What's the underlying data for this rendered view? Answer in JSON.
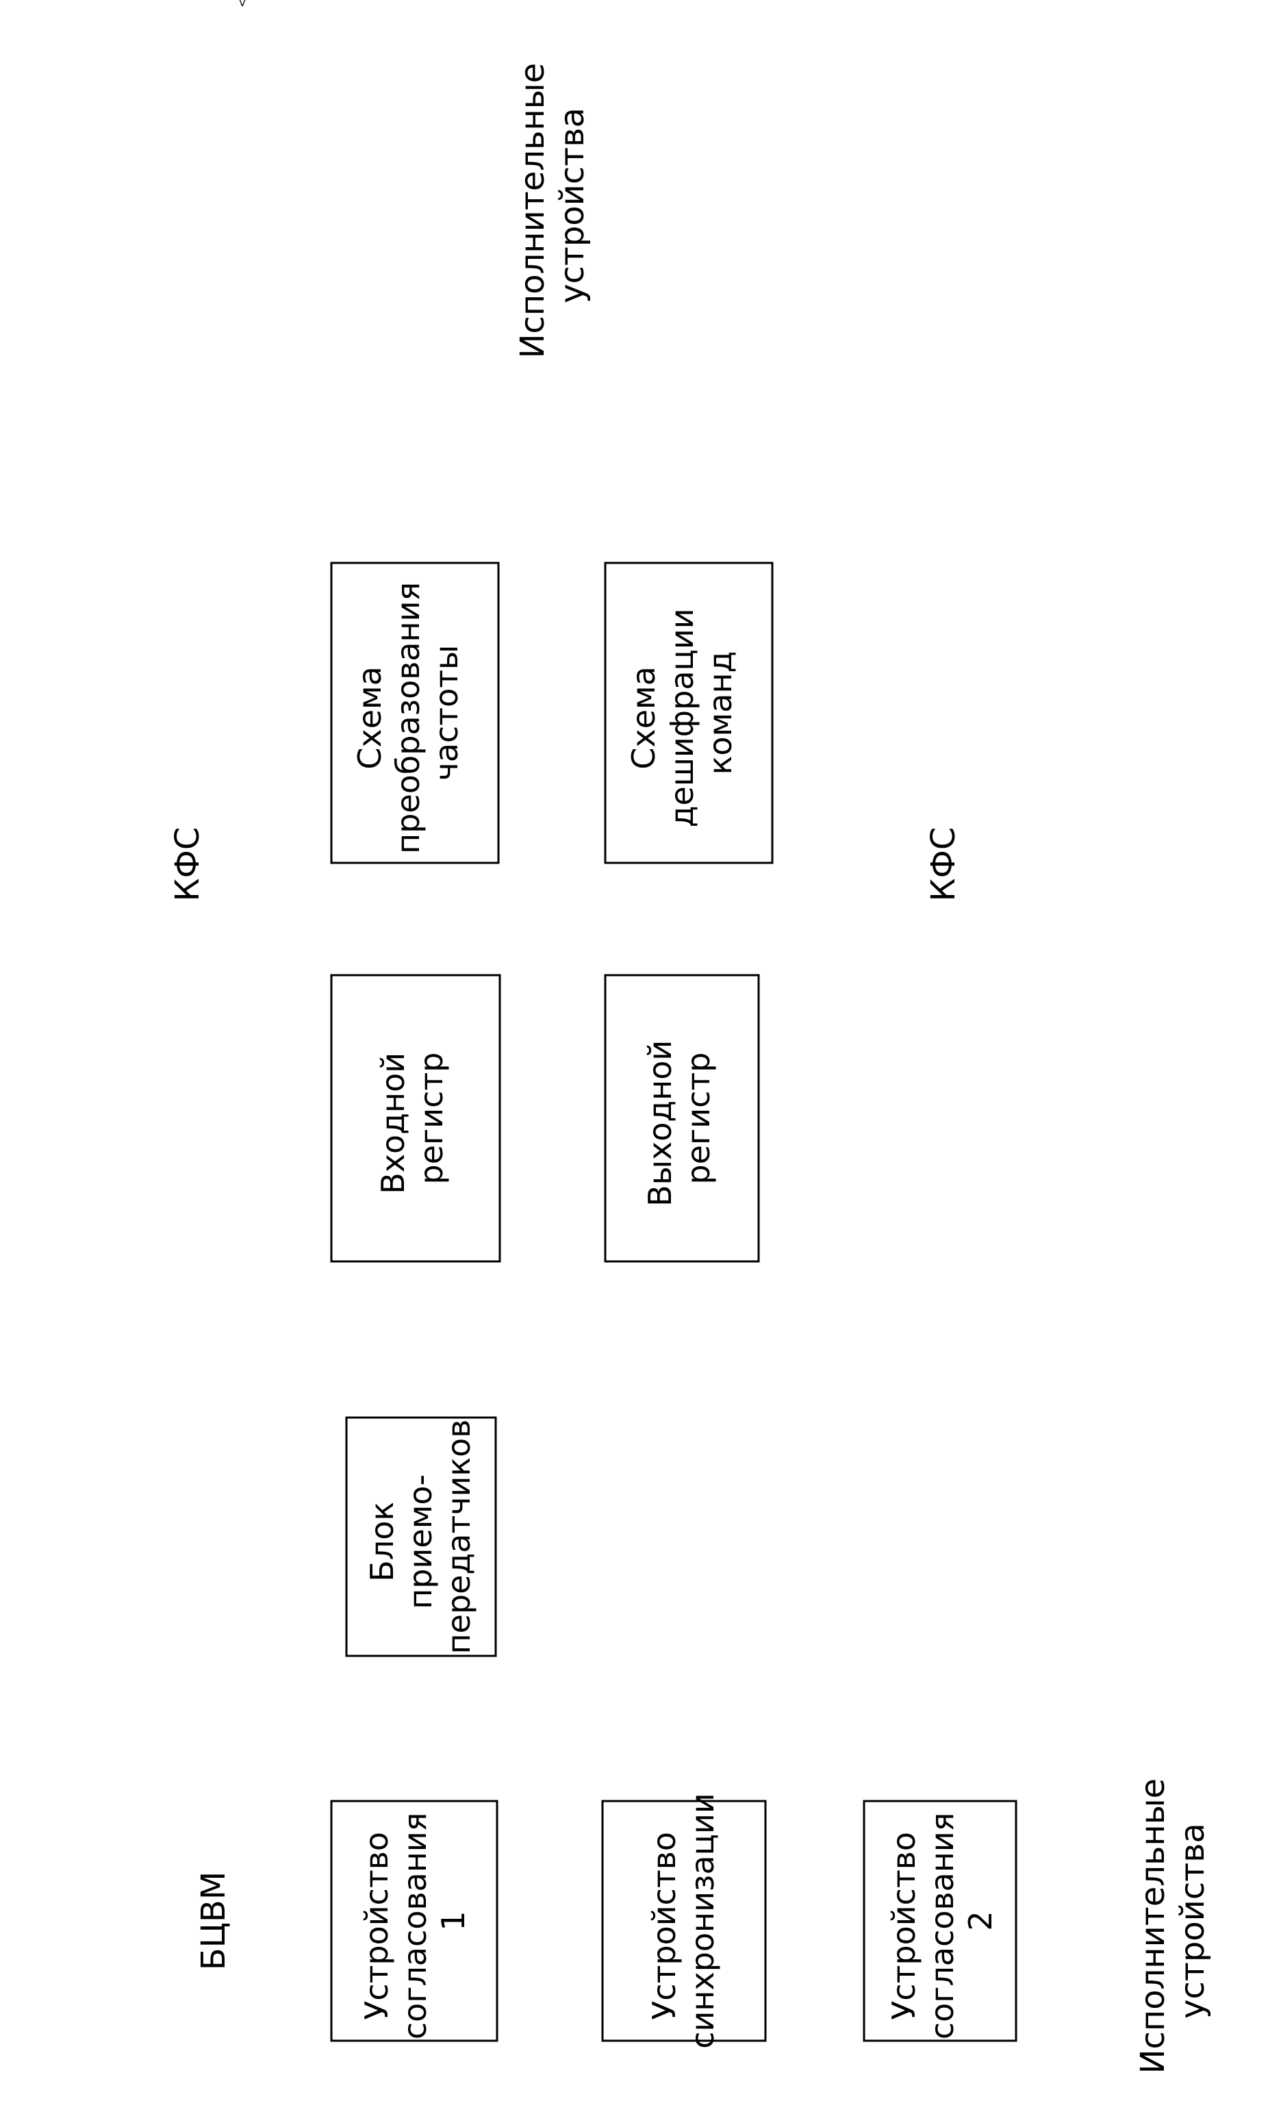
{
  "diagram": {
    "blocks": {
      "coord1": [
        "Устройство",
        "согласования",
        "1"
      ],
      "sync": [
        "Устройство",
        "синхронизации"
      ],
      "coord2": [
        "Устройство",
        "согласования",
        "2"
      ],
      "transceivers": [
        "Блок",
        "приемо-",
        "передатчиков"
      ],
      "input_register": [
        "Входной",
        "регистр"
      ],
      "output_register": [
        "Выходной",
        "регистр"
      ],
      "freq_converter": [
        "Схема",
        "преобразования",
        "частоты"
      ],
      "cmd_decoder": [
        "Схема",
        "дешифрации",
        "команд"
      ]
    },
    "external": {
      "bcvm": "БЦВМ",
      "kfs_top": "КФС",
      "kfs_bottom": "КФС",
      "exec_top": [
        "Исполнительные",
        "устройства"
      ],
      "exec_bottom": [
        "Исполнительные",
        "устройства"
      ]
    }
  }
}
